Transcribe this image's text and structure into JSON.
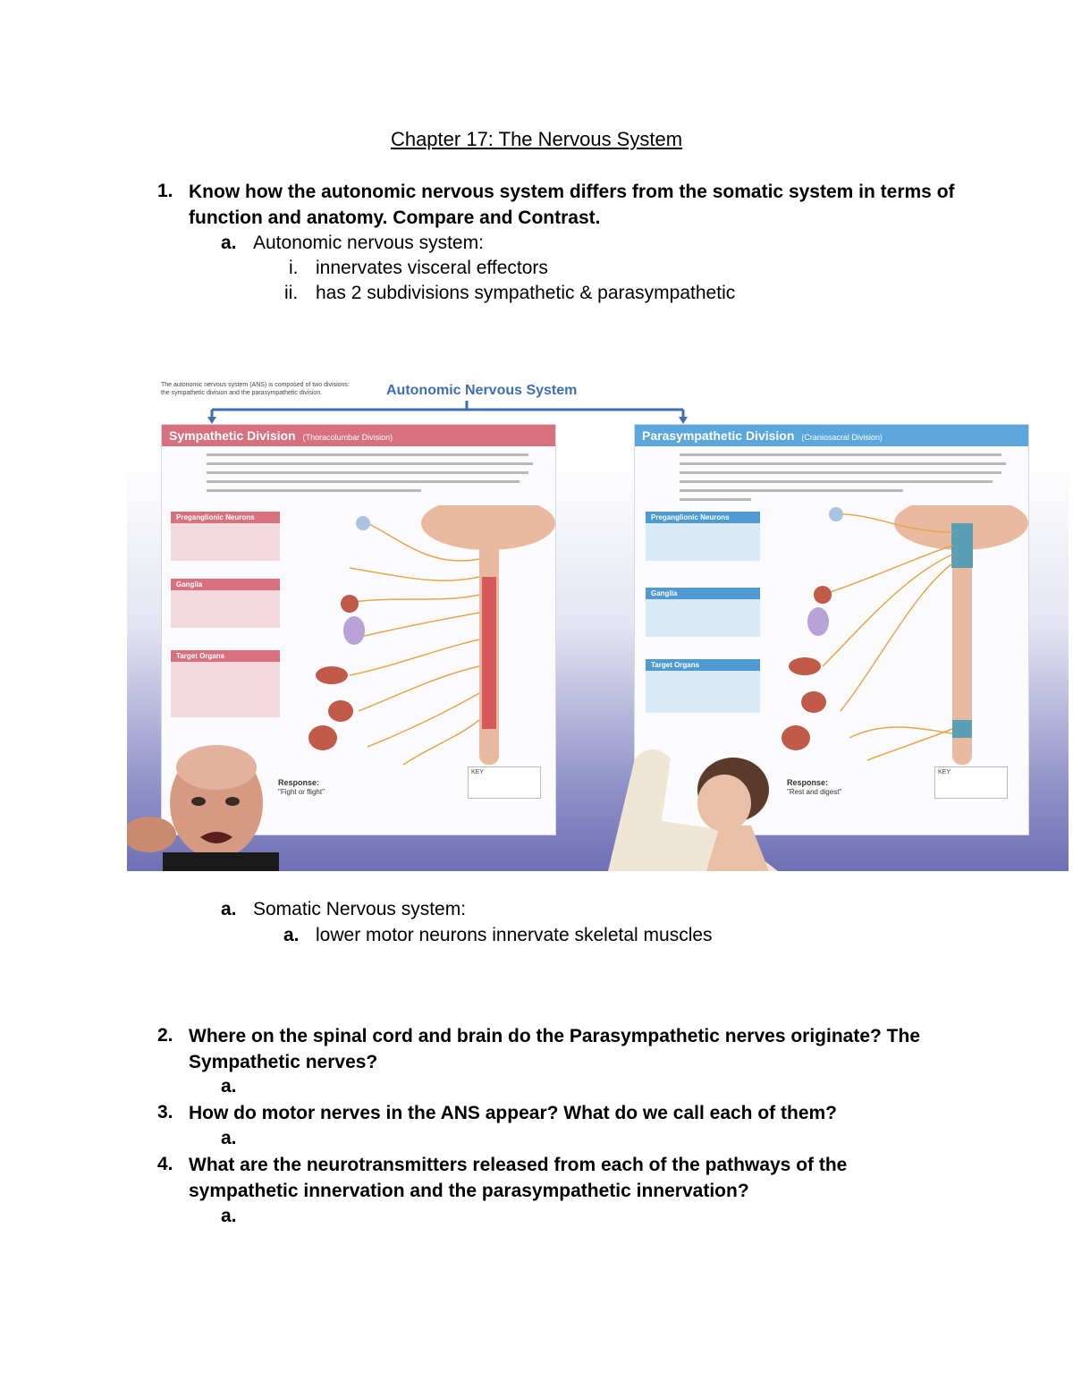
{
  "document": {
    "title": "Chapter 17: The Nervous System",
    "q1": {
      "number": "1.",
      "text_line1": "Know how the autonomic nervous system differs from the somatic system in terms of",
      "text_line2": "function and anatomy. Compare and Contrast.",
      "a_marker": "a.",
      "a_label": "Autonomic nervous system:",
      "i_marker": "i.",
      "i_text": "innervates visceral effectors",
      "ii_marker": "ii.",
      "ii_text": "has 2 subdivisions sympathetic & parasympathetic",
      "somatic_marker": "a.",
      "somatic_label": "Somatic Nervous system:",
      "somatic_sub_marker": "a.",
      "somatic_sub_text": "lower motor neurons innervate skeletal muscles"
    },
    "q2": {
      "number": "2.",
      "text_line1": "Where on the spinal cord and brain do the Parasympathetic nerves originate? The",
      "text_line2": "Sympathetic nerves?",
      "a_marker": "a."
    },
    "q3": {
      "number": "3.",
      "text_line1": "How do motor nerves in the ANS appear? What do we call each of them?",
      "a_marker": "a."
    },
    "q4": {
      "number": "4.",
      "text_line1": "What are the neurotransmitters released from each of the pathways of the",
      "text_line2": "sympathetic innervation and the parasympathetic innervation?",
      "a_marker": "a."
    }
  },
  "figure": {
    "intro_line1": "The autonomic nervous system (ANS) is composed of two divisions:",
    "intro_line2": "the sympathetic division and the parasympathetic division.",
    "main_title": "Autonomic Nervous System",
    "sympathetic": {
      "title": "Sympathetic Division",
      "subtitle": "(Thoracolumbar Division)",
      "box1": "Preganglionic Neurons",
      "box2": "Ganglia",
      "box3": "Target Organs",
      "response_label": "Response:",
      "response_text": "\"Fight or flight\"",
      "key_label": "KEY"
    },
    "parasympathetic": {
      "title": "Parasympathetic Division",
      "subtitle": "(Craniosacral Division)",
      "box1": "Preganglionic Neurons",
      "box2": "Ganglia",
      "box3": "Target Organs",
      "response_label": "Response:",
      "response_text": "\"Rest and digest\"",
      "key_label": "KEY"
    },
    "colors": {
      "sympathetic": "#d9707e",
      "parasympathetic": "#5aa6dd",
      "title_blue": "#3d6fb5",
      "background_bottom": "#6e70b5"
    }
  }
}
